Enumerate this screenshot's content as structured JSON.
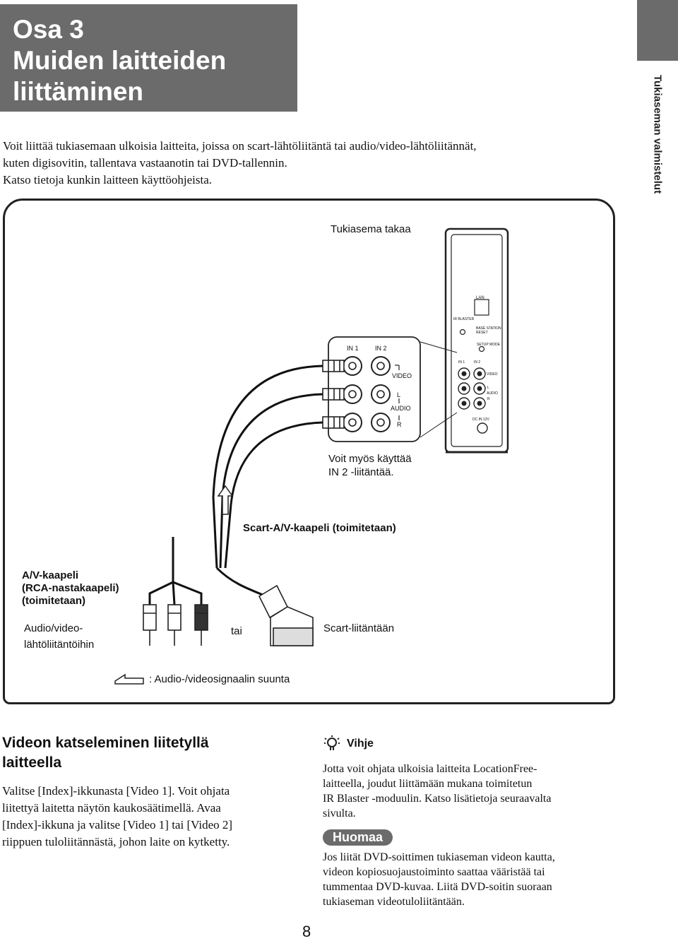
{
  "header": {
    "title_lines": [
      "Osa 3",
      "Muiden laitteiden",
      "liittäminen"
    ],
    "side_label": "Tukiaseman valmistelut"
  },
  "intro": {
    "lines": [
      "Voit liittää tukiasemaan ulkoisia laitteita, joissa on scart-lähtöliitäntä tai audio/video-lähtöliitännät,",
      "kuten digisovitin, tallentava vastaanotin tai DVD-tallennin.",
      "Katso tietoja kunkin laitteen käyttöohjeista."
    ]
  },
  "diagram": {
    "base_rear_label": "Tukiasema takaa",
    "in1": "IN 1",
    "in2": "IN 2",
    "video": "VIDEO",
    "l": "L",
    "audio": "AUDIO",
    "r": "R",
    "in2_note_1": "Voit myös käyttää",
    "in2_note_2": "IN 2 -liitäntää.",
    "scart_cable": "Scart-A/V-kaapeli (toimitetaan)",
    "av_cable_1": "A/V-kaapeli",
    "av_cable_2": "(RCA-nastakaapeli)",
    "av_cable_3": "(toimitetaan)",
    "av_out_1": "Audio/video-",
    "av_out_2": "lähtöliitäntöihin",
    "or": "tai",
    "scart_jack": "Scart-liitäntään",
    "legend": ": Audio-/videosignaalin suunta",
    "panel": {
      "lan": "LAN",
      "ir_blaster": "IR BLASTER",
      "base_reset_1": "BASE STATION",
      "base_reset_2": "RESET",
      "setup_mode": "SETUP MODE",
      "in1": "IN 1",
      "in2": "IN 2",
      "video": "VIDEO",
      "l": "L",
      "audio": "AUDIO",
      "r": "R",
      "dc": "DC IN 12V"
    }
  },
  "section": {
    "heading_1": "Videon katseleminen liitetyllä",
    "heading_2": "laitteella",
    "body_lines": [
      "Valitse [Index]-ikkunasta [Video 1]. Voit ohjata",
      "liitettyä laitetta näytön kaukosäätimellä. Avaa",
      "[Index]-ikkuna ja valitse [Video 1] tai [Video 2]",
      "riippuen tuloliitännästä, johon laite on kytketty."
    ]
  },
  "tip": {
    "title": "Vihje",
    "icon": "lightbulb-icon",
    "lines": [
      "Jotta voit ohjata ulkoisia laitteita LocationFree-",
      "laitteella, joudut liittämään mukana toimitetun",
      "IR Blaster -moduulin. Katso lisätietoja seuraavalta",
      "sivulta."
    ],
    "note_badge": "Huomaa",
    "note_lines": [
      "Jos liität DVD-soittimen tukiaseman videon kautta,",
      "videon kopiosuojaustoiminto saattaa vääristää tai",
      "tummentaa DVD-kuvaa. Liitä DVD-soitin suoraan",
      "tukiaseman videotuloliitäntään."
    ]
  },
  "page_number": "8"
}
